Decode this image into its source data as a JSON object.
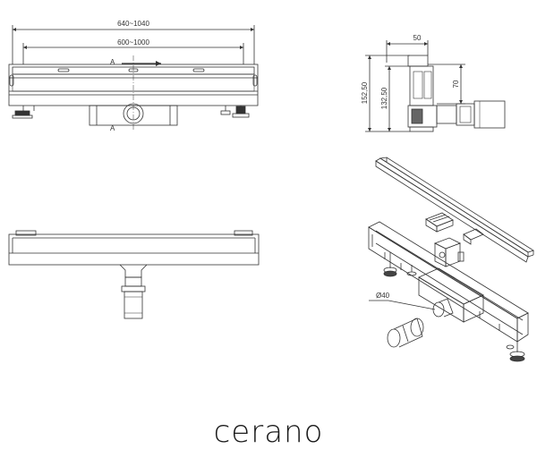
{
  "top_view": {
    "dim_overall": "640~1040",
    "dim_inner": "600~1000",
    "section_mark_top": "A",
    "section_mark_bottom": "A"
  },
  "side_view": {
    "dim_width": "50",
    "dim_total_height": "152,50",
    "dim_inner_height": "132,50",
    "dim_outlet_height": "70"
  },
  "iso_view": {
    "outlet_diameter": "Ø40"
  },
  "brand": {
    "logo_text": "cerano"
  }
}
